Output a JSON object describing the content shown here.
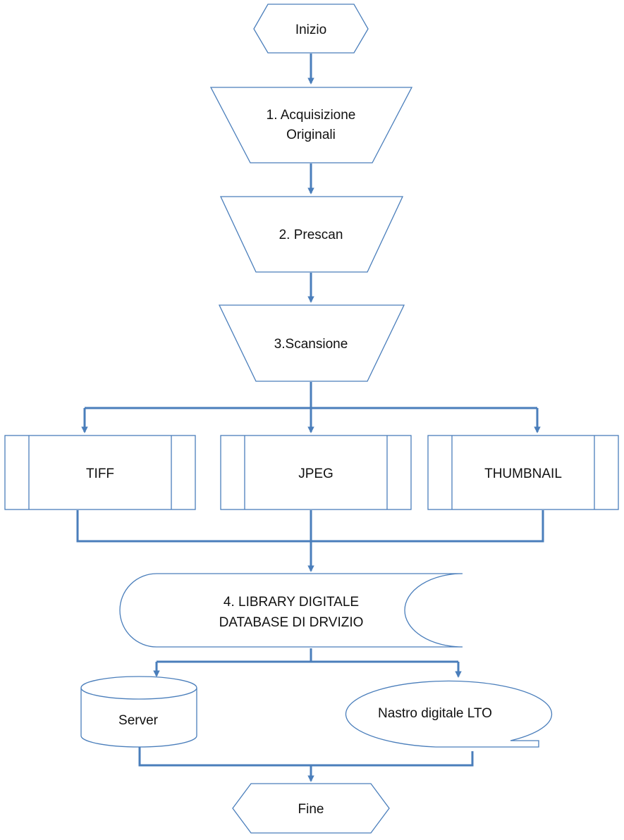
{
  "colors": {
    "connector": "#4a7ebb",
    "shape_stroke": "#4a7ebb",
    "shape_fill": "#ffffff",
    "text": "#111111"
  },
  "nodes": {
    "start": "Inizio",
    "step1_line1": "1. Acquisizione",
    "step1_line2": "Originali",
    "step2": "2. Prescan",
    "step3": "3.Scansione",
    "tiff": "TIFF",
    "jpeg": "JPEG",
    "thumbnail": "THUMBNAIL",
    "step4_line1": "4. LIBRARY DIGITALE",
    "step4_line2": "DATABASE DI DRVIZIO",
    "server": "Server",
    "tape": "Nastro digitale  LTO",
    "end": "Fine"
  }
}
